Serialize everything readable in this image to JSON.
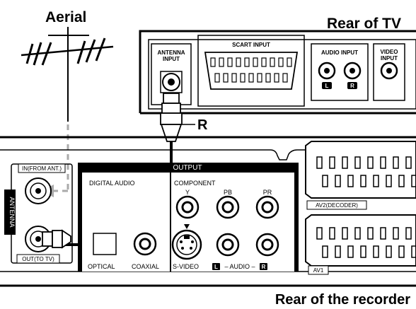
{
  "labels": {
    "aerial": "Aerial",
    "rear_tv": "Rear of TV",
    "rear_recorder": "Rear of the recorder",
    "cable_r": "R"
  },
  "tv": {
    "antenna_input_1": "ANTENNA",
    "antenna_input_2": "INPUT",
    "scart_input": "SCART INPUT",
    "audio_input": "AUDIO INPUT",
    "audio_l": "L",
    "audio_r": "R",
    "video_input_1": "VIDEO",
    "video_input_2": "INPUT"
  },
  "recorder": {
    "in_from_ant": "IN(FROM ANT.)",
    "out_to_tv": "OUT(TO TV)",
    "antenna": "ANTENNA",
    "output": "OUTPUT",
    "digital_audio": "DIGITAL AUDIO",
    "component": "COMPONENT",
    "comp_y": "Y",
    "comp_pb": "PB",
    "comp_pr": "PR",
    "optical": "OPTICAL",
    "coaxial": "COAXIAL",
    "s_video": "S-VIDEO",
    "audio_l": "L",
    "audio_mid": "– AUDIO –",
    "audio_r": "R",
    "av2": "AV2(DECODER)",
    "av1": "AV1"
  }
}
